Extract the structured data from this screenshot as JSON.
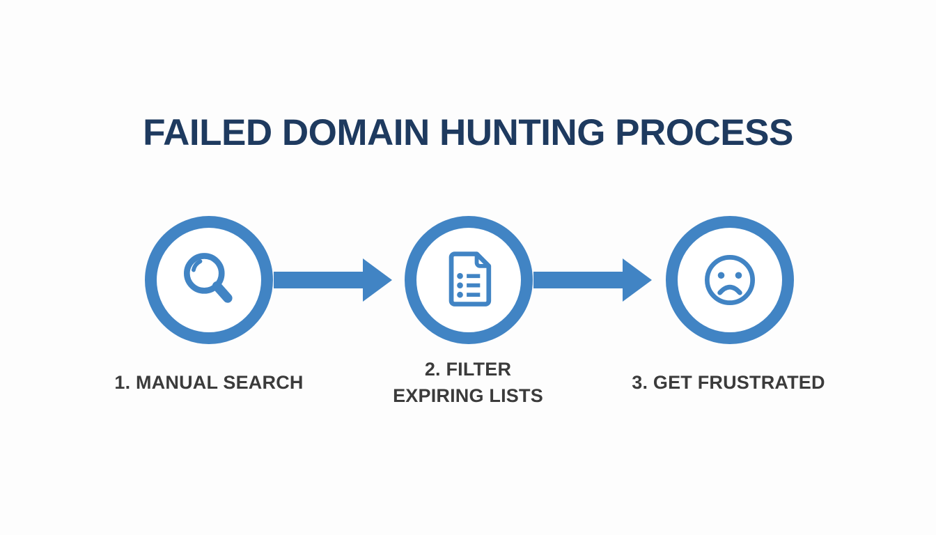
{
  "title": "FAILED DOMAIN HUNTING PROCESS",
  "colors": {
    "accent_blue": "#4184c4",
    "title_navy": "#1e3a5f",
    "label_gray": "#3b3b3b",
    "background": "#fdfdfd"
  },
  "steps": [
    {
      "icon": "magnifier-icon",
      "lines": [
        "1. MANUAL SEARCH"
      ]
    },
    {
      "icon": "document-list-icon",
      "lines": [
        "2. FILTER",
        "EXPIRING LISTS"
      ]
    },
    {
      "icon": "sad-face-icon",
      "lines": [
        "3. GET FRUSTRATED"
      ]
    }
  ]
}
